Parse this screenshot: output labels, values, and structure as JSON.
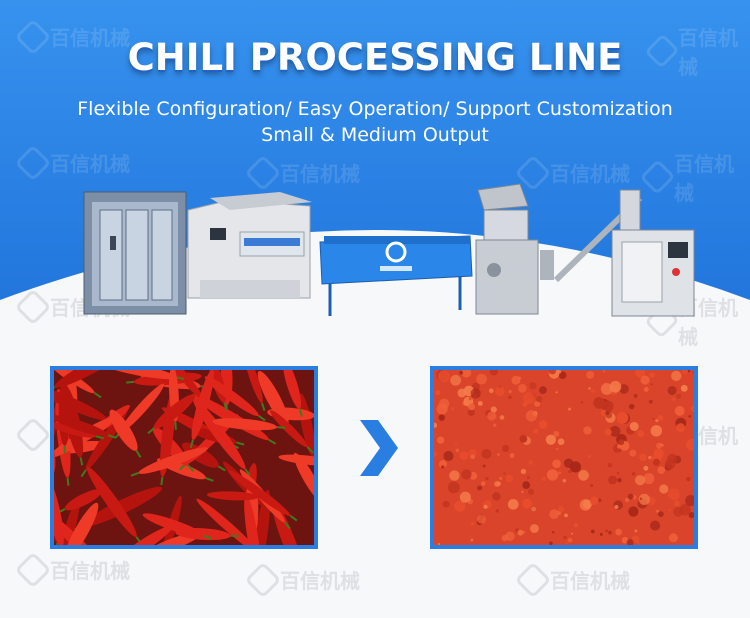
{
  "banner": {
    "title": "CHILI PROCESSING LINE",
    "subtitle_line1": "Flexible Configuration/ Easy Operation/ Support Customization",
    "subtitle_line2": "Small & Medium Output"
  },
  "colors": {
    "blue_background": "#2a86e8",
    "panel_border": "#2a7de1",
    "arrow": "#2a7de1",
    "page_background": "#f7f8fa"
  },
  "images": {
    "left_photo": "fresh red chili peppers",
    "right_photo": "ground chili powder",
    "equipment": [
      "washing/drying machine",
      "color sorter",
      "conveyor with logo",
      "grinder",
      "vertical packing machine"
    ]
  },
  "icons": {
    "arrow": "chevron-right-icon",
    "watermark": "brand-logo-watermark"
  }
}
